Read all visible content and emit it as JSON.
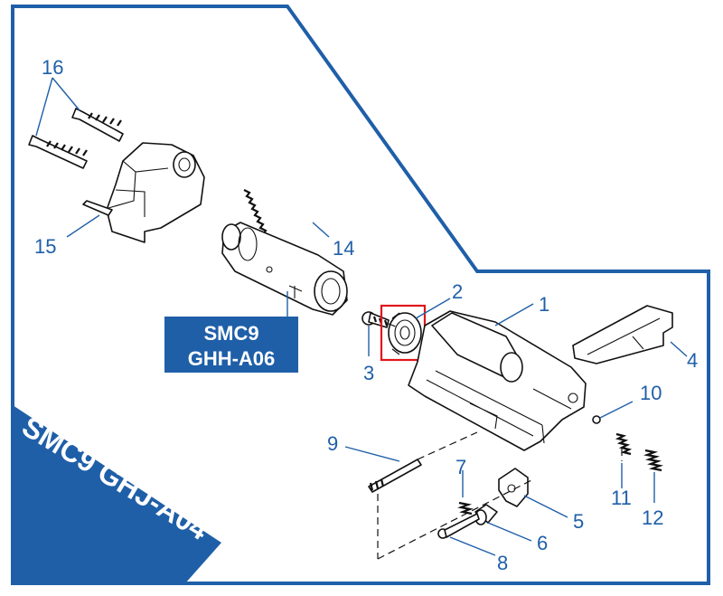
{
  "colors": {
    "accent": "#1f5fa8",
    "highlight_box": "#e0161b",
    "line": "#111111"
  },
  "parts": [
    {
      "id": "p1",
      "number": "1"
    },
    {
      "id": "p2",
      "number": "2"
    },
    {
      "id": "p3",
      "number": "3"
    },
    {
      "id": "p4",
      "number": "4"
    },
    {
      "id": "p5",
      "number": "5"
    },
    {
      "id": "p6",
      "number": "6"
    },
    {
      "id": "p7",
      "number": "7"
    },
    {
      "id": "p8",
      "number": "8"
    },
    {
      "id": "p9",
      "number": "9"
    },
    {
      "id": "p10",
      "number": "10"
    },
    {
      "id": "p11",
      "number": "11"
    },
    {
      "id": "p12",
      "number": "12"
    },
    {
      "id": "p14",
      "number": "14"
    },
    {
      "id": "p15",
      "number": "15"
    },
    {
      "id": "p16",
      "number": "16"
    }
  ],
  "subassembly_label": {
    "line1": "SMC9",
    "line2": "GHH-A06"
  },
  "corner_label": "SMC9 GHJ-A04",
  "highlighted_part": "2"
}
